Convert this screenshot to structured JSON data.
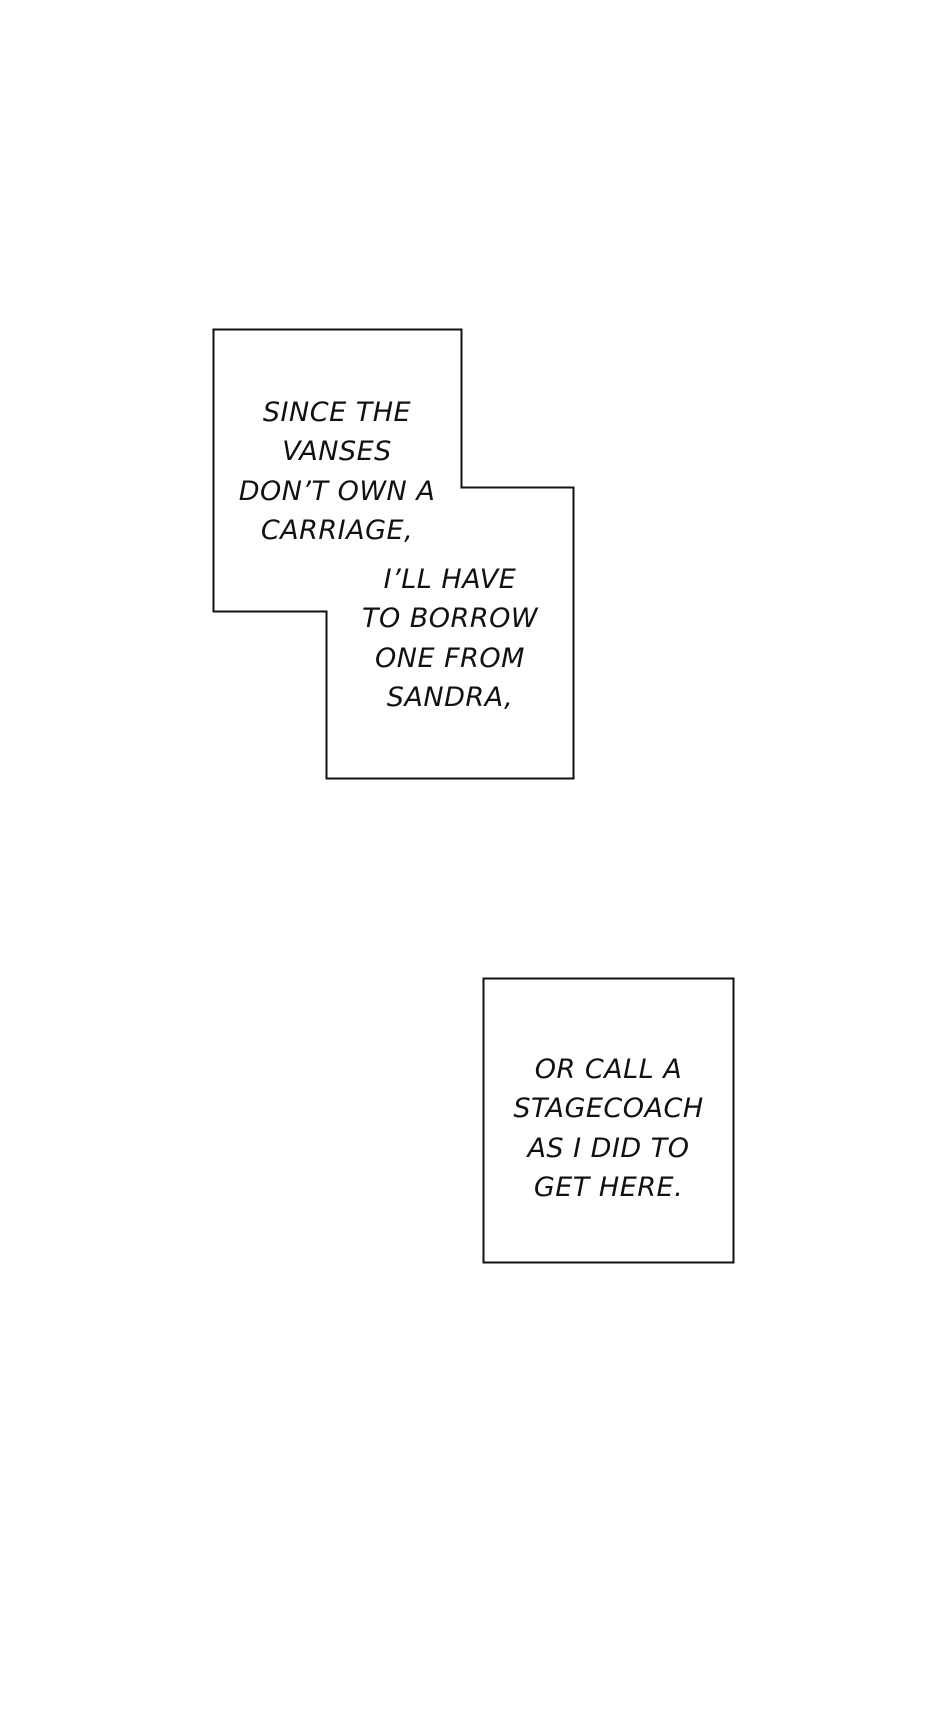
{
  "caption_1": {
    "part_a": {
      "lines": [
        "SINCE THE",
        "VANSES",
        "DON’T OWN A",
        "CARRIAGE,"
      ]
    },
    "part_b": {
      "lines": [
        "I’LL HAVE",
        "TO BORROW",
        "ONE FROM",
        "SANDRA,"
      ]
    }
  },
  "caption_2": {
    "lines": [
      "OR CALL A",
      "STAGECOACH",
      "AS I DID TO",
      "GET HERE."
    ]
  },
  "colors": {
    "background": "#ffffff",
    "border": "#111111",
    "text": "#111111"
  }
}
